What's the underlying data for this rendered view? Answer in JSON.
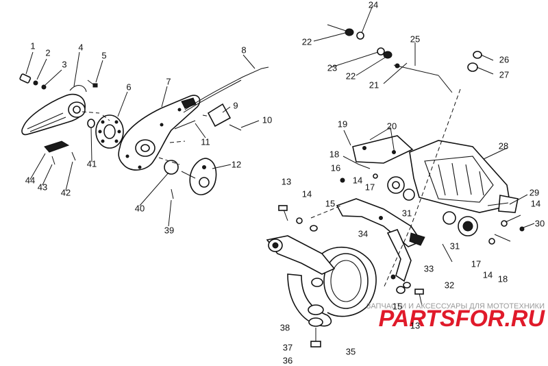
{
  "diagram": {
    "callouts": [
      "1",
      "2",
      "3",
      "4",
      "5",
      "6",
      "7",
      "8",
      "9",
      "10",
      "11",
      "12",
      "13",
      "14",
      "15",
      "16",
      "17",
      "18",
      "19",
      "20",
      "21",
      "22",
      "23",
      "24",
      "25",
      "26",
      "27",
      "28",
      "29",
      "30",
      "31",
      "32",
      "33",
      "34",
      "35",
      "36",
      "37",
      "38",
      "39",
      "40",
      "41",
      "42",
      "43",
      "44"
    ],
    "repeat_callouts": {
      "n22b": "22",
      "n13b": "13",
      "n14b": "14",
      "n14c": "14",
      "n14d": "14",
      "n15b": "15",
      "n17b": "17",
      "n18b": "18",
      "n31b": "31"
    }
  },
  "watermark": {
    "tagline": "ЗАПЧАСТИ И АКСЕССУАРЫ ДЛЯ МОТОТЕХНИКИ",
    "logo": "PARTSFOR.RU",
    "logo_color": "#e01a2a"
  }
}
